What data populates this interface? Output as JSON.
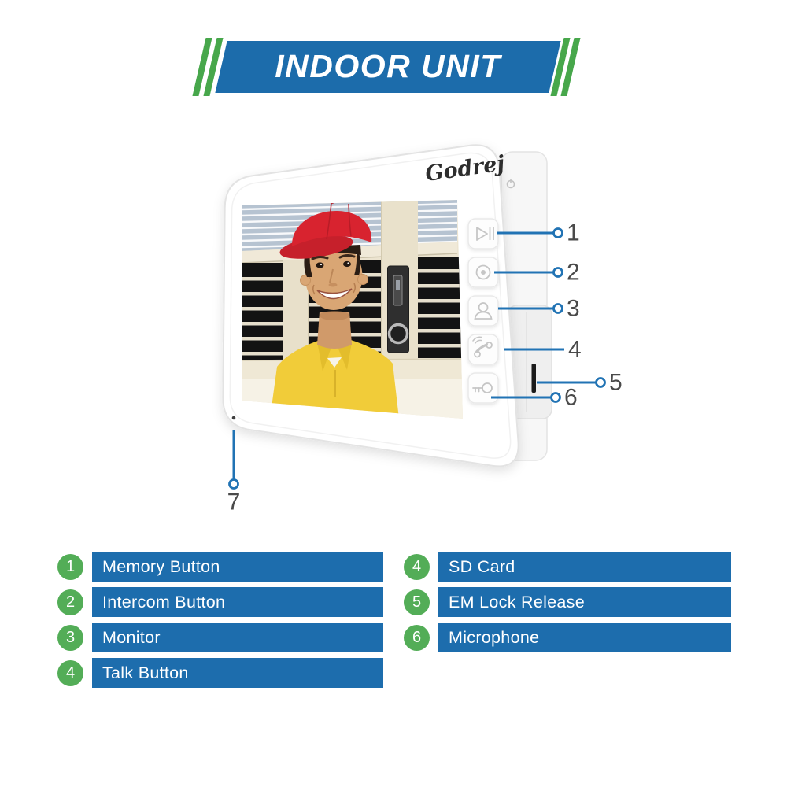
{
  "header": {
    "title": "INDOOR UNIT"
  },
  "device": {
    "brand": "Godrej",
    "indicator_icon": "power-icon",
    "side_buttons": [
      {
        "icon": "play-pause-icon"
      },
      {
        "icon": "record-icon"
      },
      {
        "icon": "person-icon"
      },
      {
        "icon": "handset-icon"
      },
      {
        "icon": "key-icon"
      }
    ],
    "callouts": [
      {
        "number": "1"
      },
      {
        "number": "2"
      },
      {
        "number": "3"
      },
      {
        "number": "4"
      },
      {
        "number": "5"
      },
      {
        "number": "6"
      },
      {
        "number": "7"
      }
    ]
  },
  "legend": {
    "left": [
      {
        "num": "1",
        "label": "Memory Button"
      },
      {
        "num": "2",
        "label": "Intercom Button"
      },
      {
        "num": "3",
        "label": "Monitor"
      },
      {
        "num": "4",
        "label": "Talk Button"
      }
    ],
    "right": [
      {
        "num": "4",
        "label": "SD Card"
      },
      {
        "num": "5",
        "label": "EM Lock Release"
      },
      {
        "num": "6",
        "label": "Microphone"
      }
    ]
  },
  "colors": {
    "banner_blue": "#1c6cab",
    "stripe_green": "#47a74b",
    "legend_bar_blue": "#1d6dad",
    "badge_green": "#53ad57",
    "callout_blue": "#2173b4",
    "cap_red": "#d8232f",
    "shirt_yellow": "#f1cc39"
  }
}
